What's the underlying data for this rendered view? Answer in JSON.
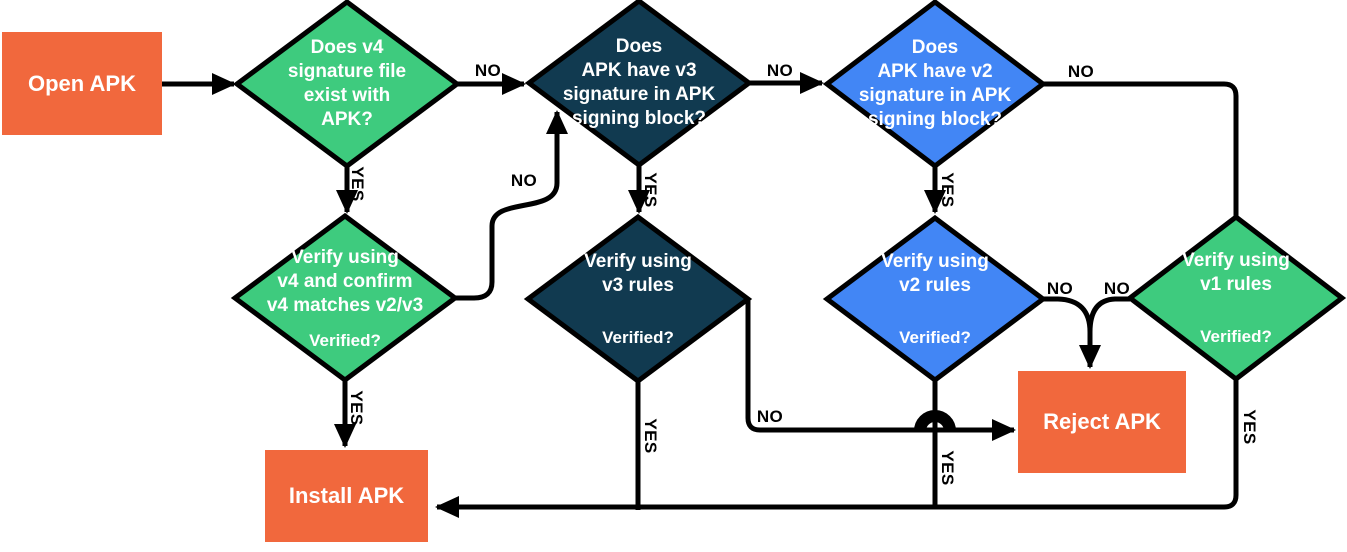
{
  "diagram": {
    "type": "flowchart",
    "colors": {
      "green": "#3ecb7e",
      "navy": "#113a50",
      "blue": "#4286f5",
      "orange": "#f1683d",
      "line": "#000000",
      "node_text": "#ffffff",
      "edge_label_text": "#000000"
    },
    "nodes": {
      "open_apk": {
        "shape": "rect",
        "label": "Open APK"
      },
      "v4_exists": {
        "shape": "diamond",
        "question": "Does v4\nsignature file\nexist with\nAPK?"
      },
      "v3_block": {
        "shape": "diamond",
        "question": "Does\nAPK have v3\nsignature in APK\nsigning block?"
      },
      "v2_block": {
        "shape": "diamond",
        "question": "Does\nAPK have v2\nsignature in APK\nsigning block?"
      },
      "verify_v4": {
        "shape": "diamond",
        "action": "Verify using\nv4 and confirm\nv4 matches v2/v3",
        "check": "Verified?"
      },
      "verify_v3": {
        "shape": "diamond",
        "action": "Verify using\nv3 rules",
        "check": "Verified?"
      },
      "verify_v2": {
        "shape": "diamond",
        "action": "Verify using\nv2 rules",
        "check": "Verified?"
      },
      "verify_v1": {
        "shape": "diamond",
        "action": "Verify using\nv1 rules",
        "check": "Verified?"
      },
      "install_apk": {
        "shape": "rect",
        "label": "Install APK"
      },
      "reject_apk": {
        "shape": "rect",
        "label": "Reject APK"
      }
    },
    "edges": [
      {
        "from": "open_apk",
        "to": "v4_exists",
        "label": ""
      },
      {
        "from": "v4_exists",
        "to": "verify_v4",
        "label": "YES"
      },
      {
        "from": "v4_exists",
        "to": "v3_block",
        "label": "NO"
      },
      {
        "from": "verify_v4",
        "to": "v3_block",
        "label": "NO"
      },
      {
        "from": "verify_v4",
        "to": "install_apk",
        "label": "YES"
      },
      {
        "from": "v3_block",
        "to": "verify_v3",
        "label": "YES"
      },
      {
        "from": "v3_block",
        "to": "v2_block",
        "label": "NO"
      },
      {
        "from": "verify_v3",
        "to": "install_apk",
        "label": "YES"
      },
      {
        "from": "verify_v3",
        "to": "reject_apk",
        "label": "NO"
      },
      {
        "from": "v2_block",
        "to": "verify_v2",
        "label": "YES"
      },
      {
        "from": "v2_block",
        "to": "verify_v1",
        "label": "NO"
      },
      {
        "from": "verify_v2",
        "to": "install_apk",
        "label": "YES"
      },
      {
        "from": "verify_v2",
        "to": "reject_apk",
        "label": "NO"
      },
      {
        "from": "verify_v1",
        "to": "reject_apk",
        "label": "NO"
      },
      {
        "from": "verify_v1",
        "to": "install_apk",
        "label": "YES"
      }
    ]
  }
}
